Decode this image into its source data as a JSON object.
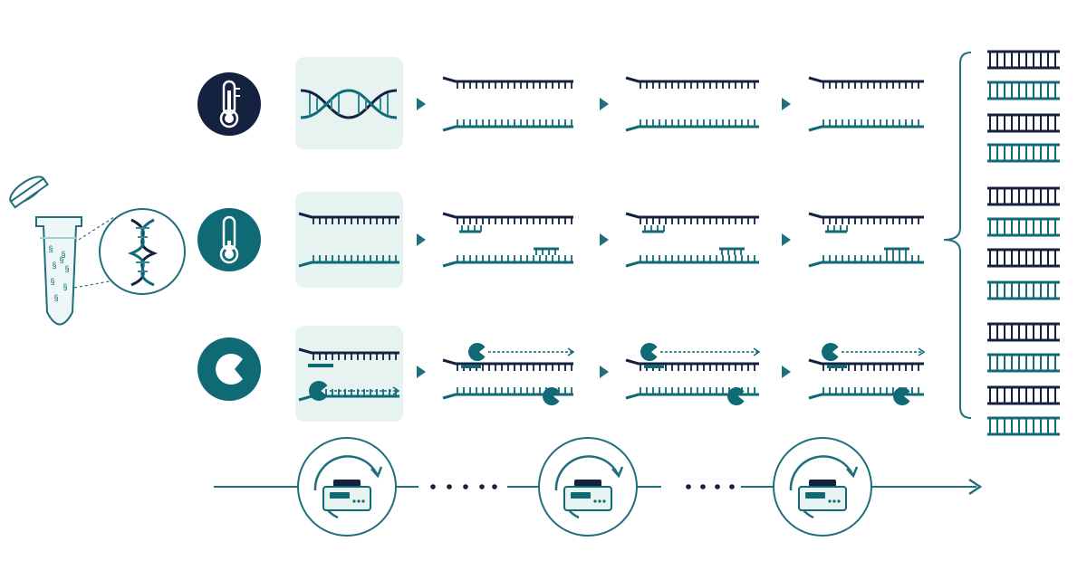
{
  "colors": {
    "navy": "#14213f",
    "teal": "#0f6a75",
    "teal_light": "#2a8c95",
    "panel": "#e6f3f1",
    "stroke": "#1f6f7c",
    "white": "#ffffff"
  },
  "steps": [
    {
      "key": "denaturation",
      "icon": "thermometer-hot-icon",
      "icon_bg": "#14213f"
    },
    {
      "key": "annealing",
      "icon": "thermometer-cool-icon",
      "icon_bg": "#0f6a75"
    },
    {
      "key": "extension",
      "icon": "polymerase-icon",
      "icon_bg": "#0f6a75"
    }
  ],
  "cycles": {
    "count_shown": 3,
    "icon": "thermal-cycler-icon"
  },
  "sample": {
    "icon": "pcr-tube-icon",
    "magnifier": "dna-helix-icon"
  },
  "products": {
    "icon": "dna-duplex-icon",
    "duplex_count": 6
  }
}
